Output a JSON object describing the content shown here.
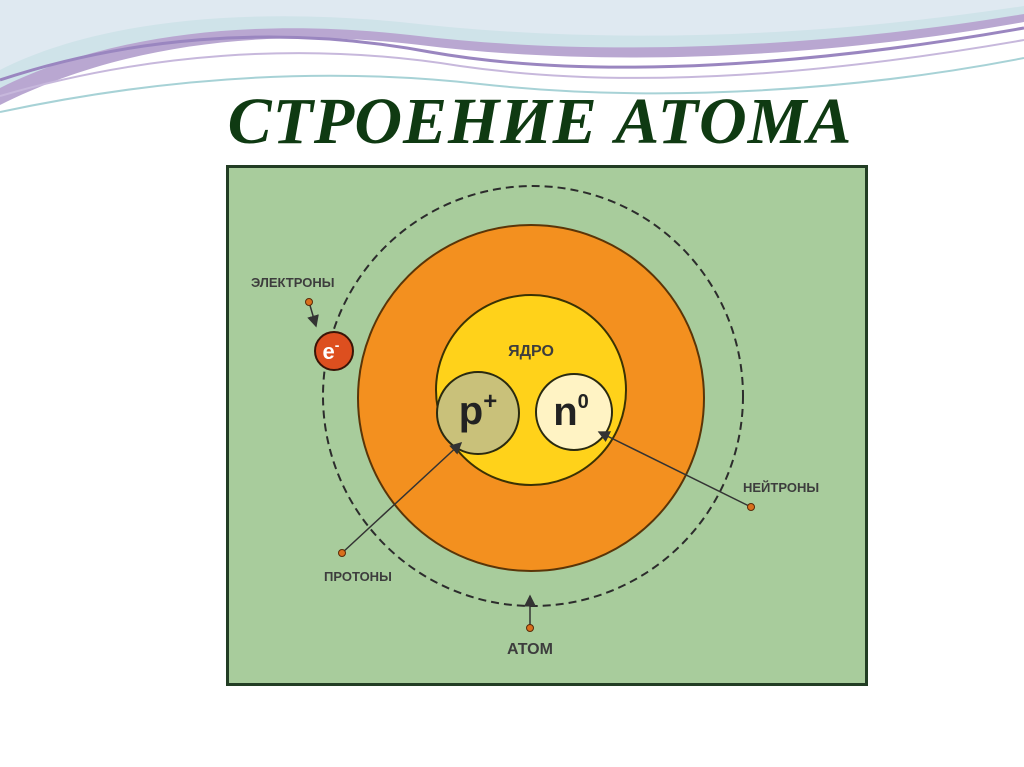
{
  "title": "СТРОЕНИЕ АТОМА",
  "diagram": {
    "labels": {
      "electrons": "ЭЛЕКТРОНЫ",
      "nucleus": "ЯДРО",
      "neutrons": "НЕЙТРОНЫ",
      "protons": "ПРОТОНЫ",
      "atom": "АТОМ"
    },
    "particles": {
      "electron": {
        "base": "e",
        "charge": "-"
      },
      "proton": {
        "base": "p",
        "charge": "+"
      },
      "neutron": {
        "base": "n",
        "charge": "0"
      }
    },
    "colors": {
      "background": "#a8cc9c",
      "atom": "#f3901f",
      "nucleus": "#ffd21a",
      "proton": "#c9c17a",
      "neutron": "#fff3c4",
      "electron": "#dd4f1f"
    }
  }
}
